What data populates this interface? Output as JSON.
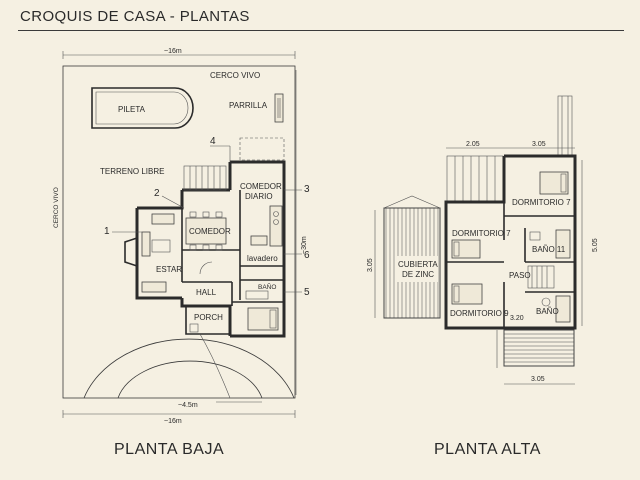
{
  "title": "CROQUIS DE CASA - PLANTAS",
  "planta_baja": {
    "caption": "PLANTA BAJA",
    "dim_top": "~16m",
    "dim_bottom_outer": "~16m",
    "dim_bottom_inner": "~4.5m",
    "dim_right": "~30m",
    "rooms": {
      "cerco_vivo_top": "CERCO VIVO",
      "cerco_vivo_left": "CERCO VIVO",
      "pileta": "PILETA",
      "parrilla": "PARRILLA",
      "terreno_libre": "TERRENO LIBRE",
      "comedor_diario_1": "COMEDOR",
      "comedor_diario_2": "DIARIO",
      "comedor": "COMEDOR",
      "estar": "ESTAR",
      "lavadero": "lavadero",
      "hall": "HALL",
      "bano": "BAÑO",
      "porch": "PORCH"
    },
    "callouts": [
      "1",
      "2",
      "3",
      "4",
      "5",
      "6"
    ]
  },
  "planta_alta": {
    "caption": "PLANTA ALTA",
    "dim_top_left": "2.05",
    "dim_top_right": "3.05",
    "dim_left": "3.05",
    "dim_right": "5.05",
    "dim_inner": "3.20",
    "dim_bottom": "3.05",
    "rooms": {
      "dormitorio_top": "DORMITORIO 7",
      "dormitorio_left": "DORMITORIO 7",
      "dormitorio_bottom": "DORMITORIO 9",
      "bano_11": "BAÑO 11",
      "paso": "PASO",
      "bano": "BAÑO",
      "cubierta_1": "CUBIERTA",
      "cubierta_2": "DE ZINC"
    }
  }
}
